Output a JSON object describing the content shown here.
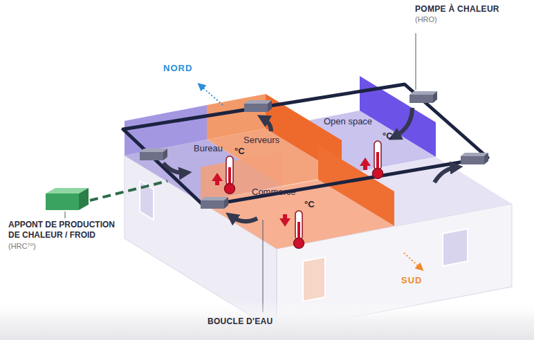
{
  "diagram": {
    "nodes": [
      {
        "text": [
          "Bureau"
        ]
      },
      {
        "text": [
          "Serveurs"
        ]
      },
      {
        "text": [
          "Open space"
        ]
      },
      {
        "text": [
          "Commerce"
        ]
      },
      {
        "text": [
          "APPONT DE PRODUCTION DE CHALEUR / FROID",
          "(HRC⁷⁰)"
        ]
      }
    ],
    "labels": [
      "POMPE À CHALEUR",
      "(HRO)",
      "NORD",
      "SUD",
      "BOUCLE D'EAU",
      "°C",
      "°C",
      "°C"
    ]
  }
}
